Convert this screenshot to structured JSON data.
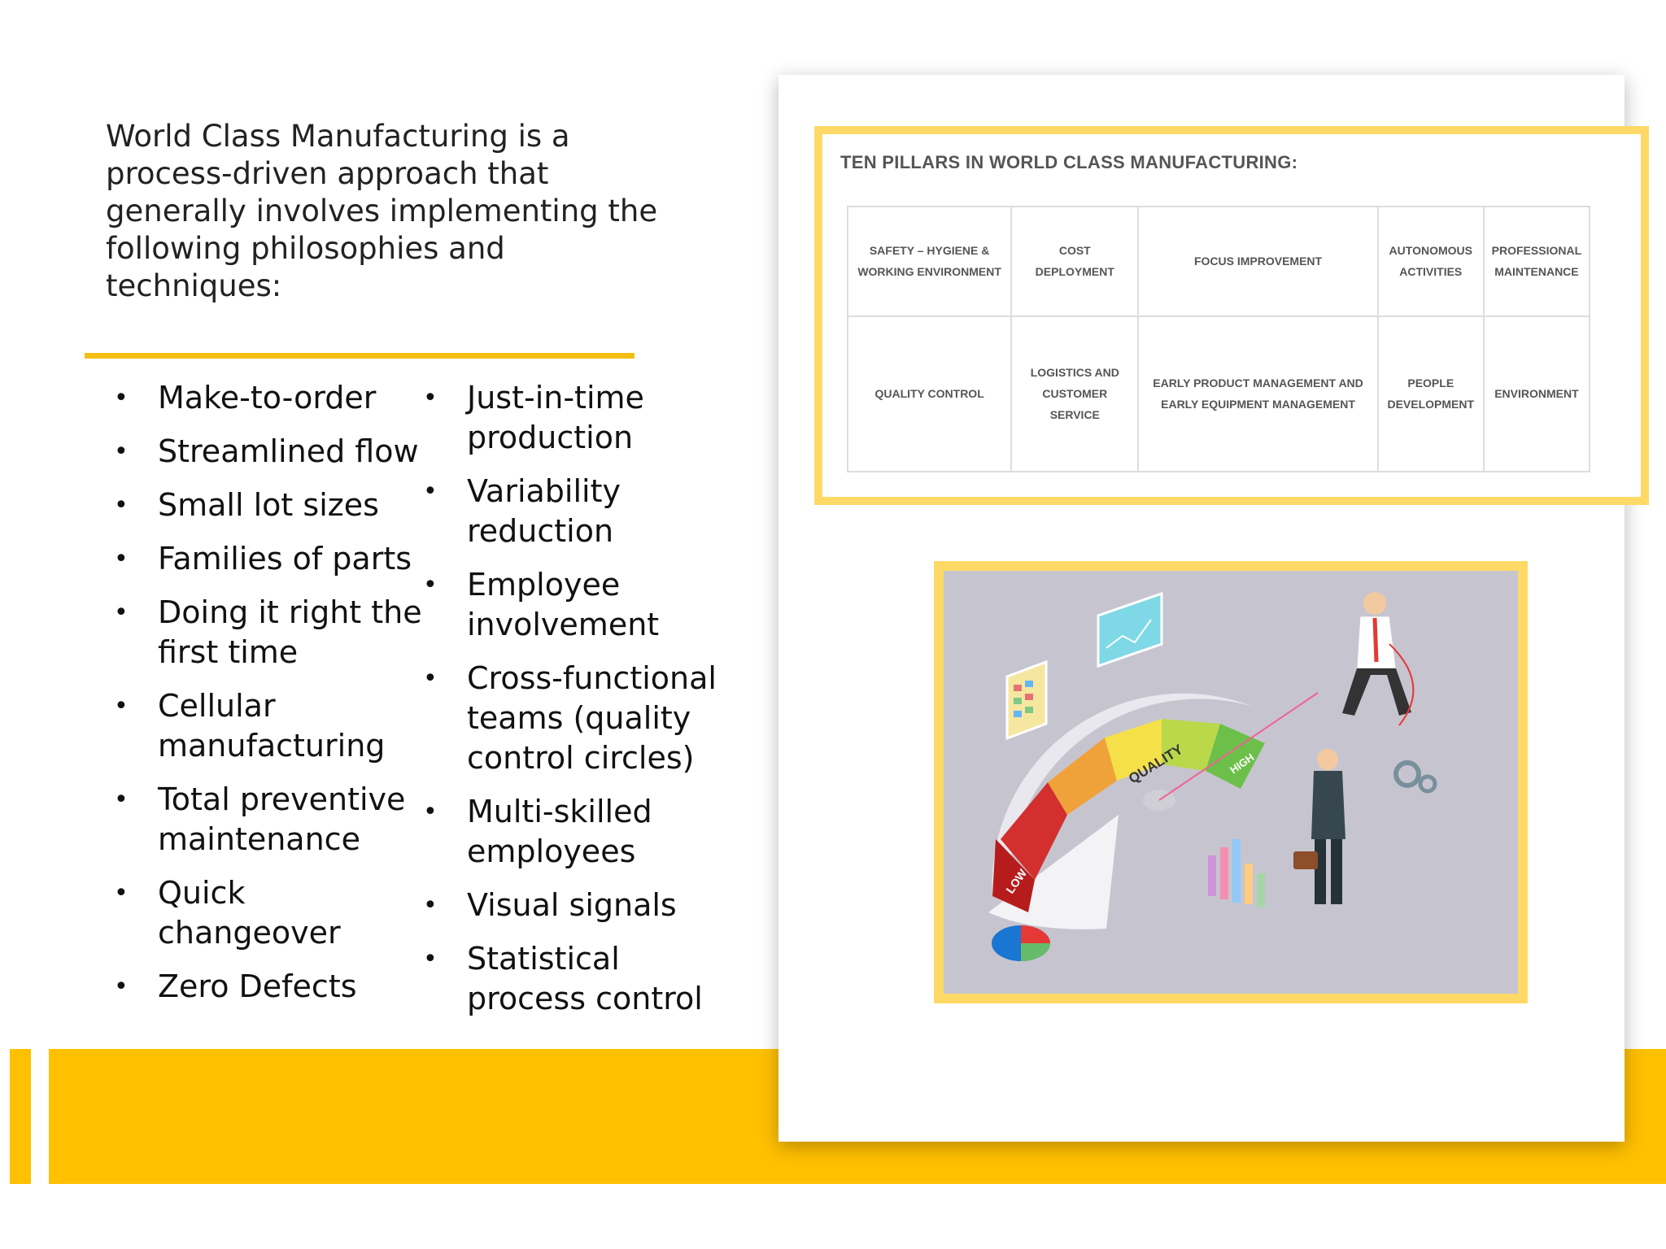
{
  "intro": "World Class Manufacturing is a process-driven approach that generally involves implementing the following philosophies and techniques:",
  "bullets_col1": [
    "Make-to-order",
    "Streamlined flow",
    "Small lot sizes",
    "Families of parts",
    "Doing it right the first time",
    "Cellular manufacturing",
    "Total preventive maintenance",
    "Quick changeover",
    "Zero Defects"
  ],
  "bullets_col2": [
    "Just-in-time production",
    "Variability reduction",
    "Employee involvement",
    "Cross-functional teams (quality control circles)",
    "Multi-skilled employees",
    "Visual signals",
    "Statistical process control"
  ],
  "pillars": {
    "title": "TEN PILLARS IN WORLD CLASS MANUFACTURING:",
    "rows": [
      [
        "SAFETY – HYGIENE & WORKING ENVIRONMENT",
        "COST DEPLOYMENT",
        "FOCUS IMPROVEMENT",
        "AUTONOMOUS ACTIVITIES",
        "PROFESSIONAL MAINTENANCE"
      ],
      [
        "QUALITY CONTROL",
        "LOGISTICS AND CUSTOMER SERVICE",
        "EARLY PRODUCT MANAGEMENT AND EARLY EQUIPMENT MANAGEMENT",
        "PEOPLE DEVELOPMENT",
        "ENVIRONMENT"
      ]
    ]
  },
  "illustration": {
    "gauge_label": "QUALITY",
    "low_label": "LOW",
    "high_label": "HIGH"
  },
  "colors": {
    "accent": "#FFC000",
    "frame": "#FFD966",
    "gauge_red": "#d32f2f",
    "gauge_orange": "#f0a23a",
    "gauge_yellow": "#f5e04a",
    "gauge_green": "#6cc04a"
  }
}
